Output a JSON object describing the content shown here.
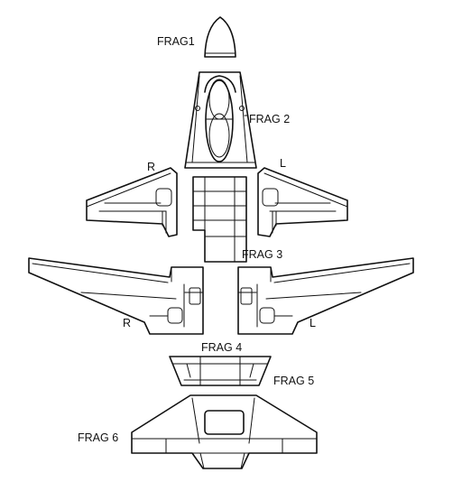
{
  "labels": {
    "frag1": "FRAG1",
    "frag2": "FRAG 2",
    "frag3": "FRAG 3",
    "frag4": "FRAG 4",
    "frag5": "FRAG 5",
    "frag6": "FRAG 6",
    "upper_right_side": "R",
    "upper_left_side": "L",
    "lower_right_side": "R",
    "lower_left_side": "L"
  },
  "colors": {
    "line": "#111111",
    "background": "#ffffff"
  }
}
